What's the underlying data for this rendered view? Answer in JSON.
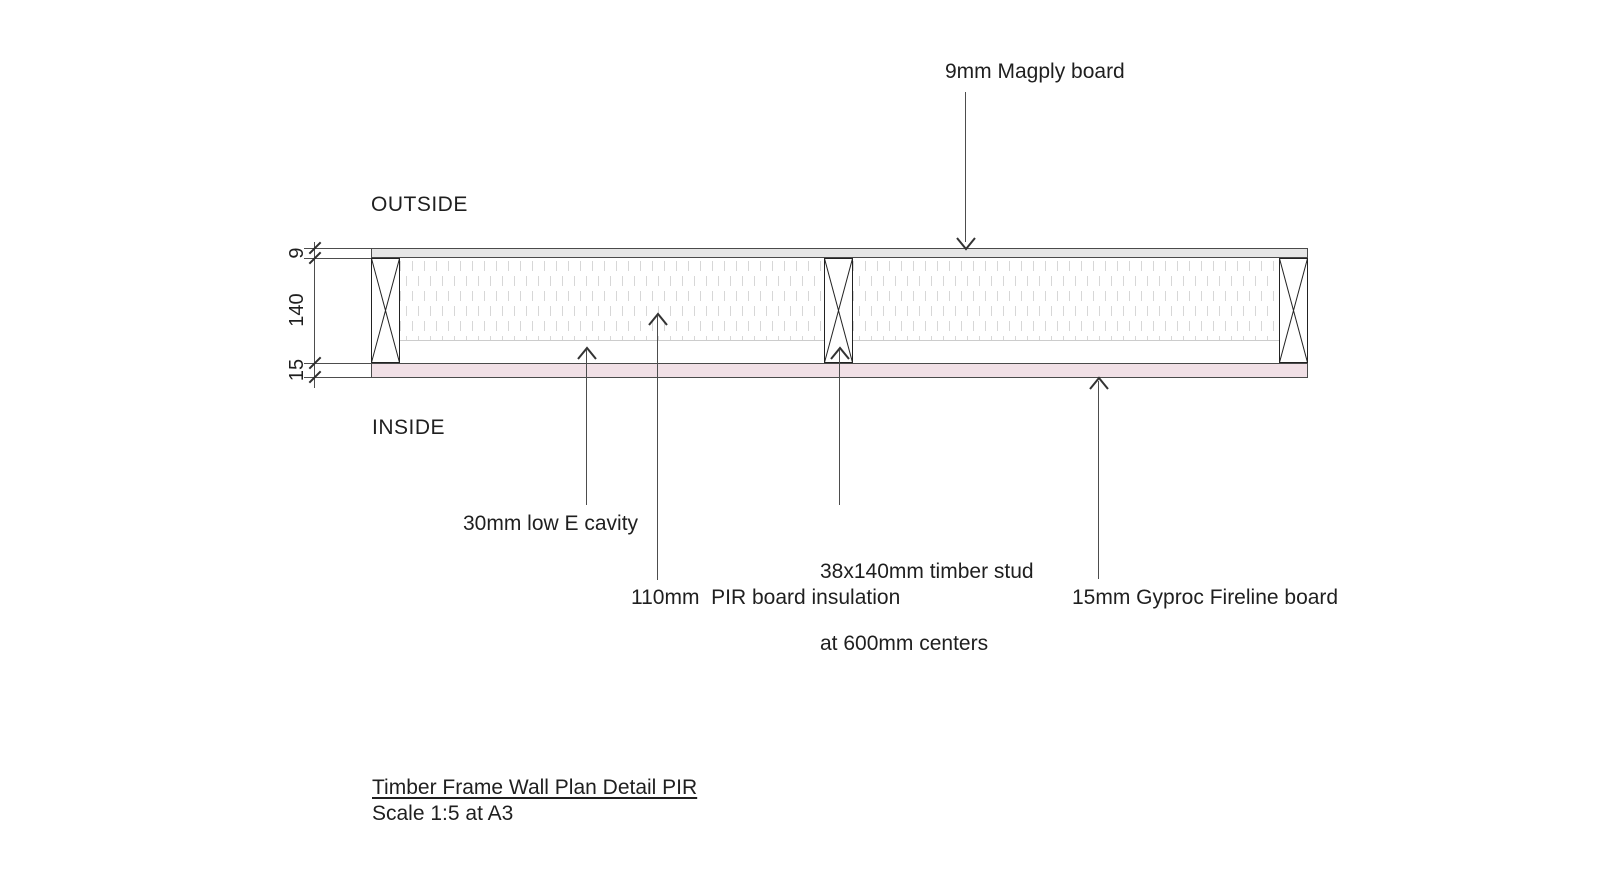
{
  "labels": {
    "outside": "OUTSIDE",
    "inside": "INSIDE"
  },
  "dimensions": {
    "board_outer": "9",
    "stud_depth": "140",
    "board_inner": "15"
  },
  "annotations": {
    "magply": "9mm Magply board",
    "cavity": "30mm low E cavity",
    "stud_line1": "38x140mm timber stud",
    "stud_line2": "at 600mm centers",
    "pir": "110mm  PIR board insulation",
    "gyproc": "15mm Gyproc Fireline board"
  },
  "title": {
    "name": "Timber Frame Wall Plan Detail PIR",
    "scale": "Scale 1:5 at A3"
  },
  "colors": {
    "magply_fill": "#e6e6e6",
    "gyproc_fill": "#f1e0e6",
    "insulation_hatch": "#d7d7d7",
    "line": "#4d4d4d",
    "text": "#1f1f1f"
  }
}
